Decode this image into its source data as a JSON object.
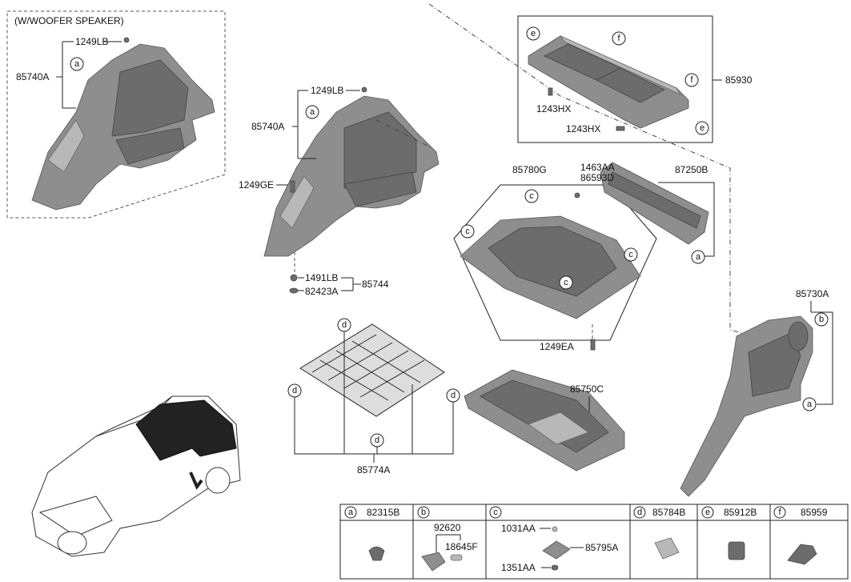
{
  "variant_note": "(W/WOOFER SPEAKER)",
  "labels": {
    "p85740A_left": "85740A",
    "p1249LB_left": "1249LB",
    "p85740A_mid": "85740A",
    "p1249LB_mid": "1249LB",
    "p1249GE": "1249GE",
    "p1491LB": "1491LB",
    "p82423A": "82423A",
    "p85744": "85744",
    "p85930": "85930",
    "p1243HX_a": "1243HX",
    "p1243HX_b": "1243HX",
    "p85780G": "85780G",
    "p1463AA": "1463AA",
    "p86593D": "86593D",
    "p87250B": "87250B",
    "p1249EA": "1249EA",
    "p85730A": "85730A",
    "p85750C": "85750C",
    "p85774A": "85774A"
  },
  "callouts": {
    "a": "a",
    "b": "b",
    "c": "c",
    "d": "d",
    "e": "e",
    "f": "f"
  },
  "legend": [
    {
      "letter": "a",
      "part": "82315B"
    },
    {
      "letter": "b",
      "part": "",
      "subparts": [
        "92620",
        "18645F"
      ]
    },
    {
      "letter": "c",
      "part": "",
      "subparts": [
        "1031AA",
        "85795A",
        "1351AA"
      ]
    },
    {
      "letter": "d",
      "part": "85784B"
    },
    {
      "letter": "e",
      "part": "85912B"
    },
    {
      "letter": "f",
      "part": "85959"
    }
  ]
}
